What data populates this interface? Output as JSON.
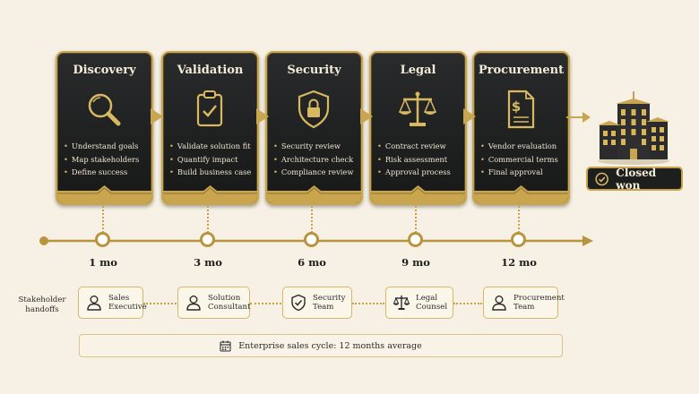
{
  "stages": [
    {
      "title": "Discovery",
      "icon": "magnifier-icon",
      "bullets": [
        "Understand goals",
        "Map stakeholders",
        "Define success"
      ],
      "month": "1 mo"
    },
    {
      "title": "Validation",
      "icon": "clipboard-check-icon",
      "bullets": [
        "Validate solution fit",
        "Quantify impact",
        "Build business case"
      ],
      "month": "3 mo"
    },
    {
      "title": "Security",
      "icon": "shield-lock-icon",
      "bullets": [
        "Security review",
        "Architecture check",
        "Compliance review"
      ],
      "month": "6 mo"
    },
    {
      "title": "Legal",
      "icon": "scales-icon",
      "bullets": [
        "Contract review",
        "Risk assessment",
        "Approval process"
      ],
      "month": "9 mo"
    },
    {
      "title": "Procurement",
      "icon": "dollar-document-icon",
      "bullets": [
        "Vendor evaluation",
        "Commercial terms",
        "Final approval"
      ],
      "month": "12 mo"
    }
  ],
  "outcome": {
    "label": "Closed won",
    "icon": "check-circle-icon",
    "image": "office-building-icon"
  },
  "handoffs": {
    "label_line1": "Stakeholder",
    "label_line2": "handoffs",
    "items": [
      {
        "line1": "Sales",
        "line2": "Executive",
        "icon": "person-icon"
      },
      {
        "line1": "Solution",
        "line2": "Consultant",
        "icon": "person-icon"
      },
      {
        "line1": "Security",
        "line2": "Team",
        "icon": "shield-check-icon"
      },
      {
        "line1": "Legal",
        "line2": "Counsel",
        "icon": "scales-icon"
      },
      {
        "line1": "Procurement",
        "line2": "Team",
        "icon": "person-icon"
      }
    ]
  },
  "summary": {
    "text": "Enterprise sales cycle: 12 months average",
    "icon": "calendar-icon"
  },
  "colors": {
    "gold": "#c8a54e",
    "card_dark": "#1d1e1e",
    "background": "#f6f1e4"
  }
}
